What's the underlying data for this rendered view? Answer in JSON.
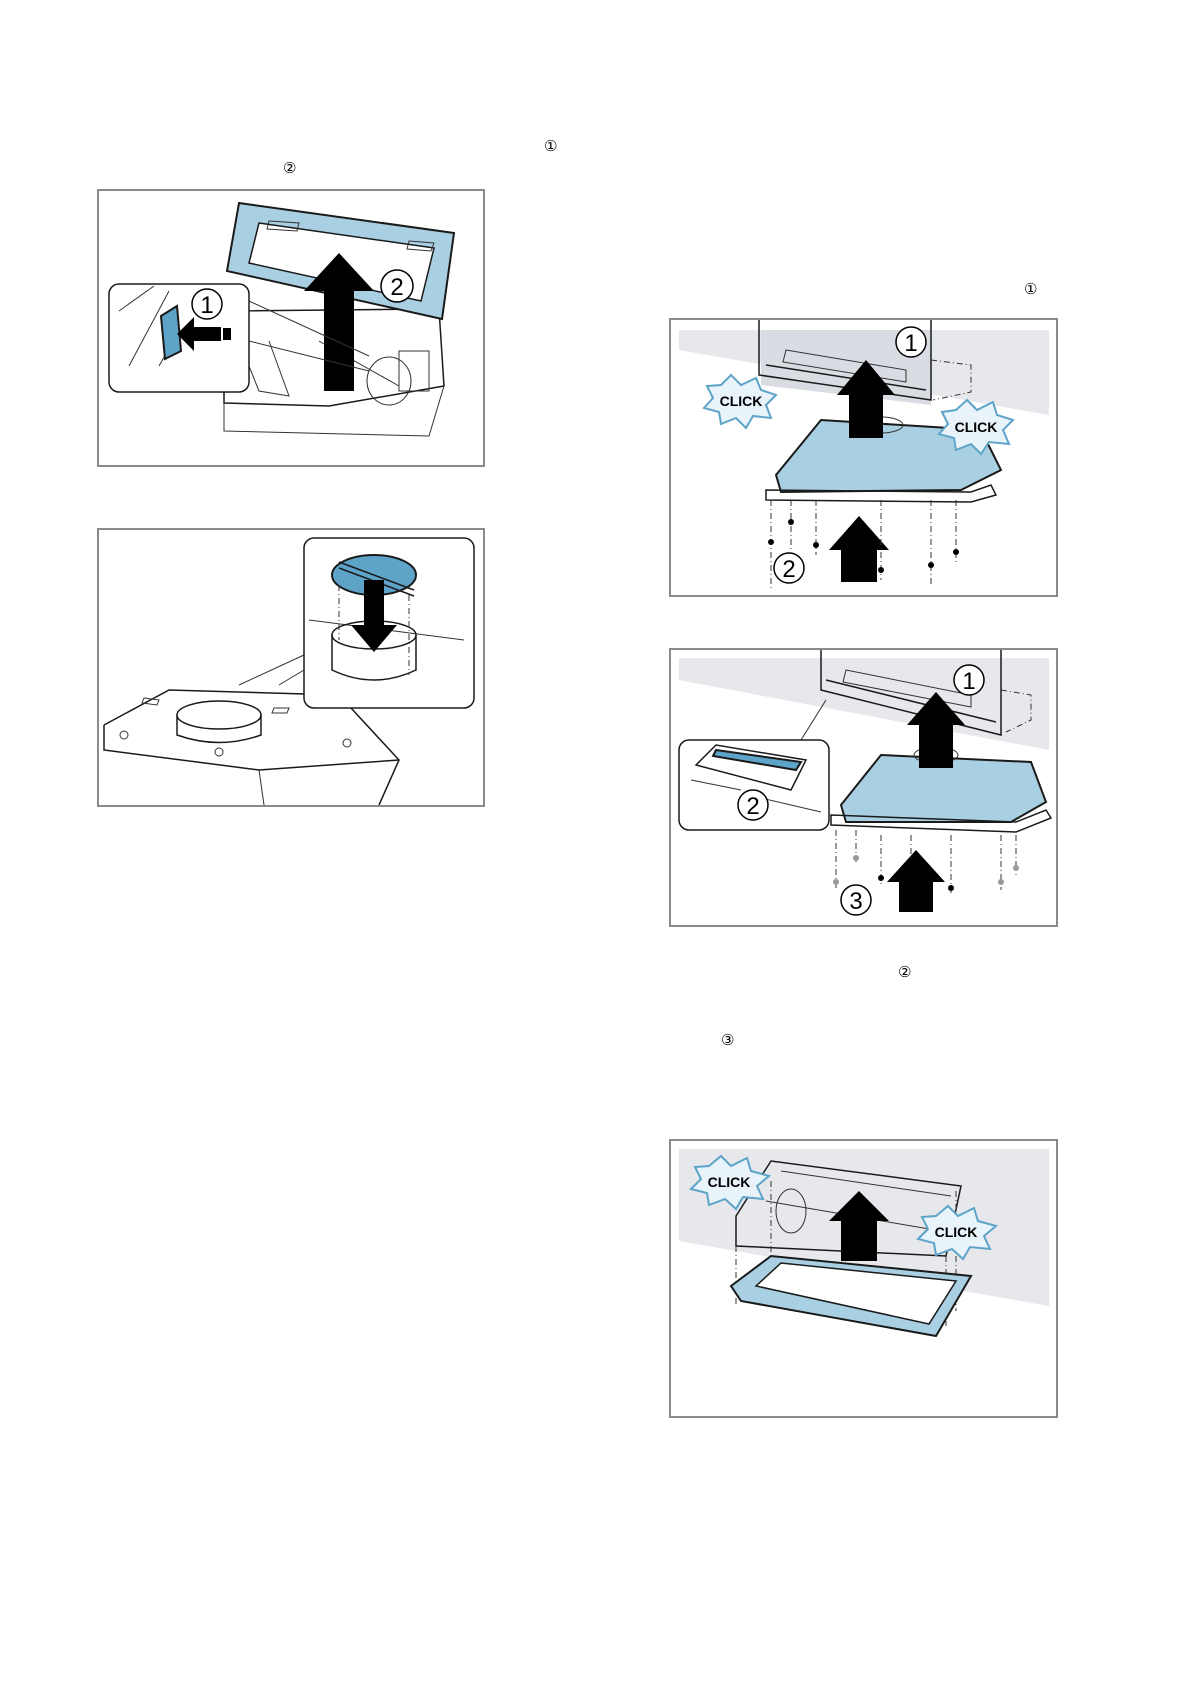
{
  "markers": {
    "m1": "①",
    "m2": "②",
    "m3": "①",
    "m4": "②",
    "m5": "③"
  },
  "figures": {
    "remove_filter": {
      "step1": "1",
      "step2": "2"
    },
    "damper_flap": {},
    "insert_hood": {
      "step1": "1",
      "step2": "2",
      "click_left": "CLICK",
      "click_right": "CLICK"
    },
    "screw_hood": {
      "step1": "1",
      "step2": "2",
      "step3": "3"
    },
    "insert_filter": {
      "click_left": "CLICK",
      "click_right": "CLICK"
    }
  },
  "colors": {
    "accent_blue": "#a9cfe2",
    "accent_blue_dark": "#5ea3c8",
    "frame": "#8a8a8a",
    "wall": "#e6e8ec"
  }
}
